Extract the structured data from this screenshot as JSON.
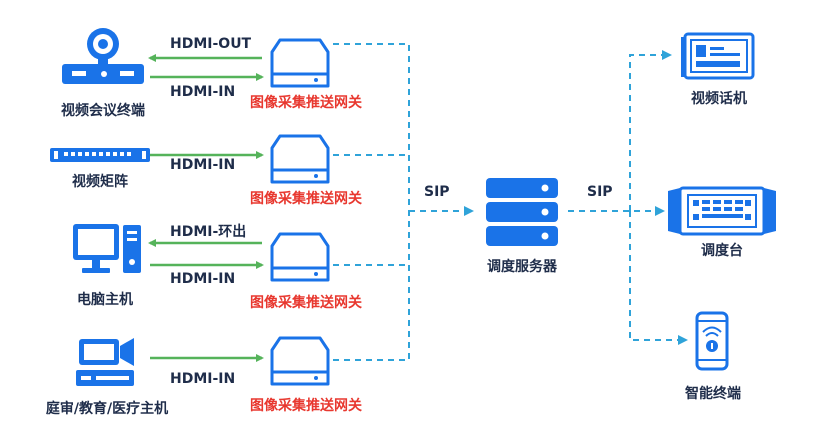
{
  "colors": {
    "device_blue": "#1a73e8",
    "arrow_green": "#55b35a",
    "dashed_line": "#2fa3d9",
    "gateway_label": "#e8382f",
    "text": "#1f2d4a"
  },
  "sources": [
    {
      "label": "视频会议终端",
      "icon": "conference-terminal-icon"
    },
    {
      "label": "视频矩阵",
      "icon": "video-matrix-icon"
    },
    {
      "label": "电脑主机",
      "icon": "computer-host-icon"
    },
    {
      "label": "庭审/教育/医疗主机",
      "icon": "camera-host-icon"
    }
  ],
  "links": {
    "row1_out": "HDMI-OUT",
    "row1_in": "HDMI-IN",
    "row2_in": "HDMI-IN",
    "row3_out": "HDMI-环出",
    "row3_in": "HDMI-IN",
    "row4_in": "HDMI-IN"
  },
  "gateway_label": "图像采集推送网关",
  "protocol_left": "SIP",
  "protocol_right": "SIP",
  "server_label": "调度服务器",
  "endpoints": [
    {
      "label": "视频话机",
      "icon": "video-phone-icon"
    },
    {
      "label": "调度台",
      "icon": "dispatch-console-icon"
    },
    {
      "label": "智能终端",
      "icon": "smart-terminal-icon"
    }
  ]
}
